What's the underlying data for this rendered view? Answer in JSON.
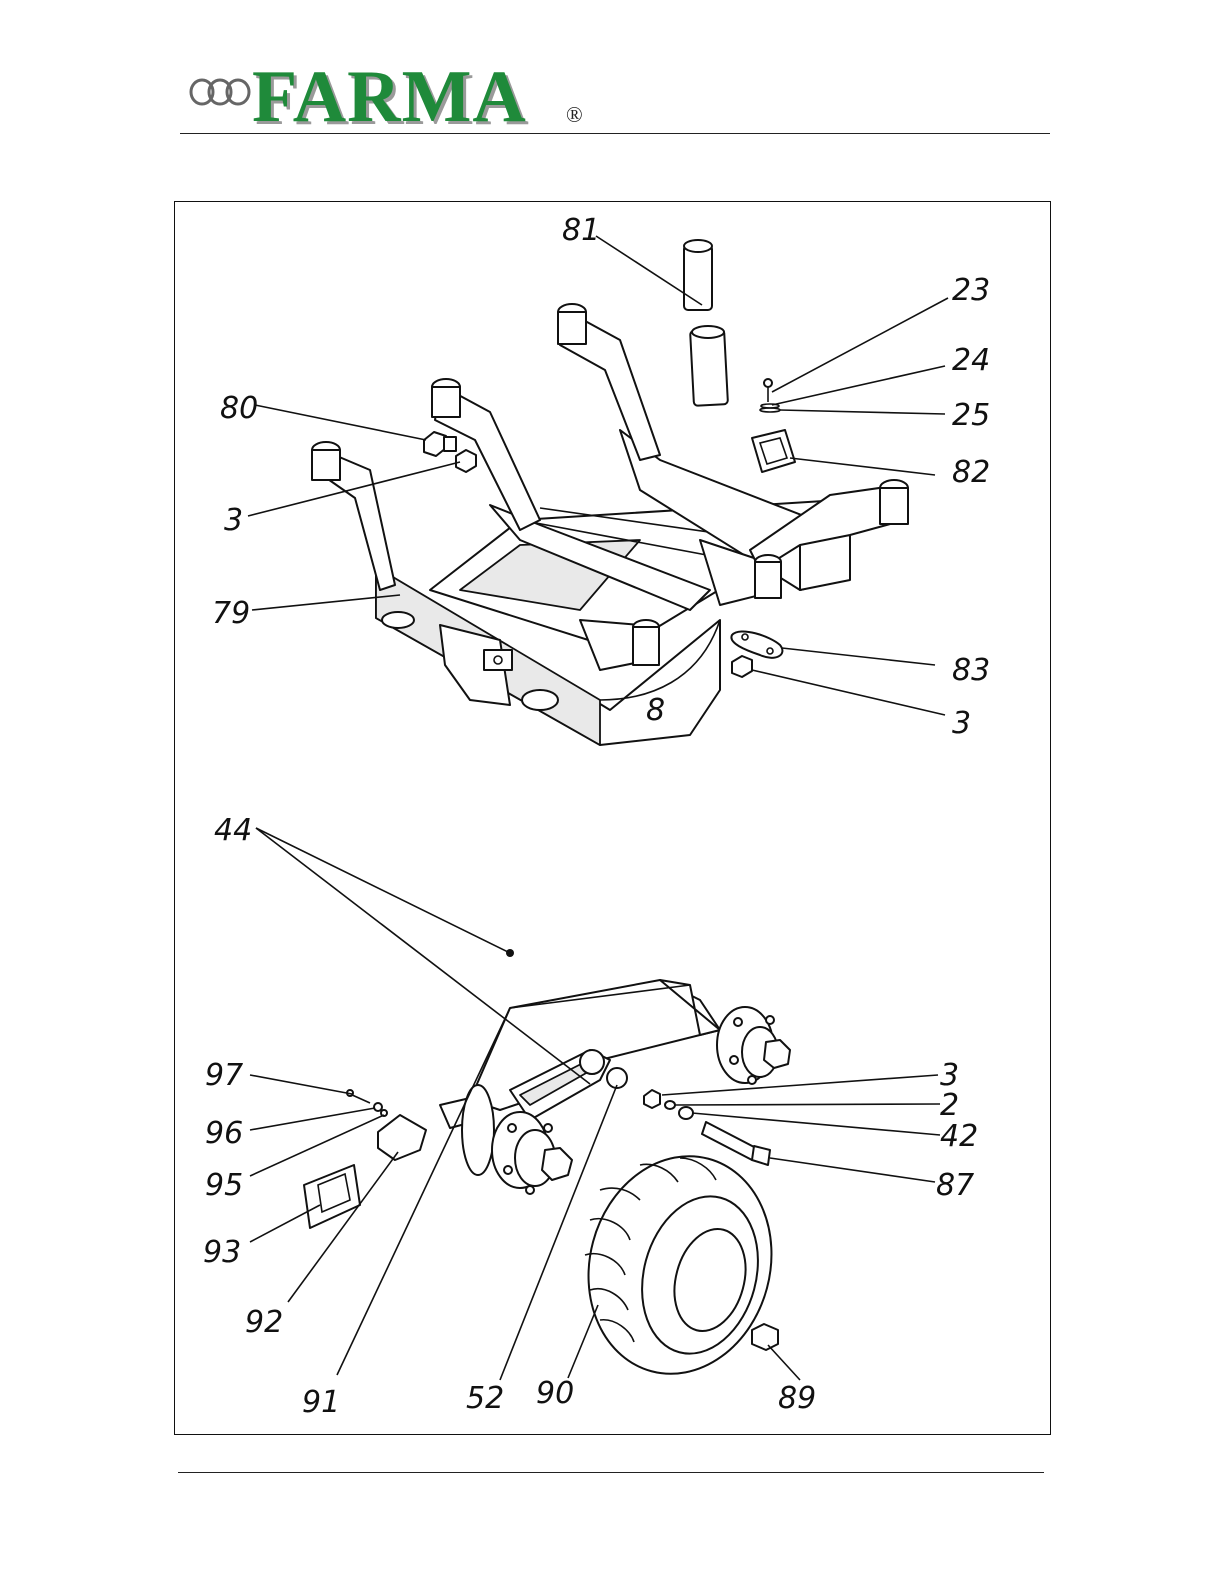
{
  "header": {
    "brand": "FARMA",
    "registered_mark": "®"
  },
  "diagram": {
    "upper_assembly": {
      "callouts": [
        "81",
        "23",
        "24",
        "25",
        "80",
        "3",
        "82",
        "79",
        "83",
        "3",
        "8"
      ]
    },
    "lower_assembly": {
      "callouts": [
        "44",
        "97",
        "96",
        "95",
        "93",
        "92",
        "91",
        "52",
        "90",
        "89",
        "3",
        "2",
        "42",
        "87"
      ]
    }
  }
}
